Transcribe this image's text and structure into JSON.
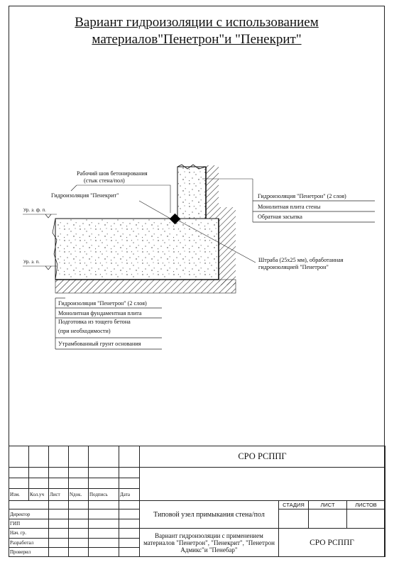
{
  "header": {
    "line1": "Вариант гидроизоляции с использованием",
    "line2": "материалов\"Пенетрон\"и \"Пенекрит\""
  },
  "callouts": {
    "joint_line1": "Рабочий шов бетонирования",
    "joint_line2": "(стык стена/пол)",
    "penekrit": "Гидроизоляция \"Пенекрит\"",
    "groove_line1": "Штраба (25х25 мм), обработанная",
    "groove_line2": "гидроизоляцией \"Пенетрон\""
  },
  "wall_layers": [
    "Гидроизоляция \"Пенетрон\" (2 слоя)",
    "Монолитная плита стены",
    "Обратная засыпка"
  ],
  "floor_layers": [
    "Гидроизоляция \"Пенетрон\" (2 слоя)",
    "Монолитная фундаментная плита",
    "Подготовка из тощего бетона",
    "(при необходимости)",
    "Утрамбованный грунт основания"
  ],
  "levels": {
    "top": "Ур. з. ф. п.",
    "bottom": "Ур. з. п."
  },
  "stamp": {
    "org_top": "СРО РСППГ",
    "cols": [
      "Изм.",
      "Кол.уч",
      "Лист",
      "Nдок.",
      "Подпись",
      "Дата"
    ],
    "roles": [
      "Директор",
      "ГИП",
      "Нач. гр.",
      "Разработал",
      "Проверил"
    ],
    "stage_heads": [
      "СТАДИЯ",
      "ЛИСТ",
      "ЛИСТОВ"
    ],
    "title": "Типовой узел примыкания стена/пол",
    "description": "Вариант гидроизоляции с применением материалов \"Пенетрон\", \"Пенекрит\", \"Пенетрон Адмикс\"и \"Пенебар\"",
    "org_bottom": "СРО РСППГ"
  }
}
